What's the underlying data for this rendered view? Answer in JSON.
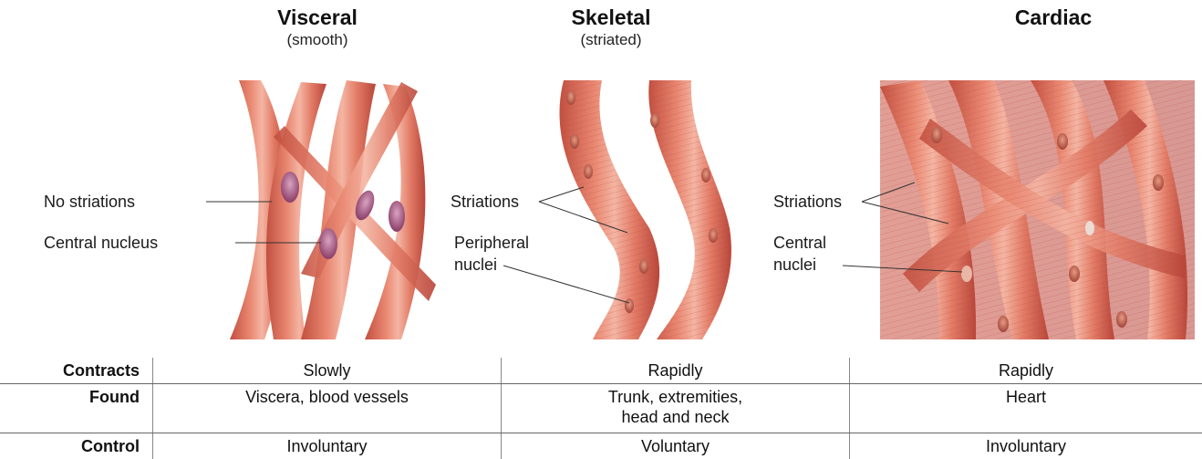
{
  "columns": [
    {
      "title": "Visceral",
      "subtitle": "(smooth)"
    },
    {
      "title": "Skeletal",
      "subtitle": "(striated)"
    },
    {
      "title": "Cardiac",
      "subtitle": ""
    }
  ],
  "labels": {
    "visceral": {
      "no_striations": "No striations",
      "central_nucleus": "Central nucleus"
    },
    "skeletal": {
      "striations": "Striations",
      "peripheral_line1": "Peripheral",
      "peripheral_line2": "nuclei"
    },
    "cardiac": {
      "striations": "Striations",
      "central_line1": "Central",
      "central_line2": "nuclei"
    }
  },
  "colors": {
    "muscle": "#e07a66",
    "muscle_dark": "#b9473a",
    "highlight": "#f6c1b2",
    "nucleus_purple": "#9b4a78"
  },
  "table": {
    "rows": [
      {
        "header": "Contracts",
        "values": [
          "Slowly",
          "Rapidly",
          "Rapidly"
        ]
      },
      {
        "header": "Found",
        "values": [
          "Viscera, blood vessels",
          "Trunk, extremities,",
          "Heart"
        ],
        "extra": "head and neck"
      },
      {
        "header": "Control",
        "values": [
          "Involuntary",
          "Voluntary",
          "Involuntary"
        ]
      }
    ]
  }
}
